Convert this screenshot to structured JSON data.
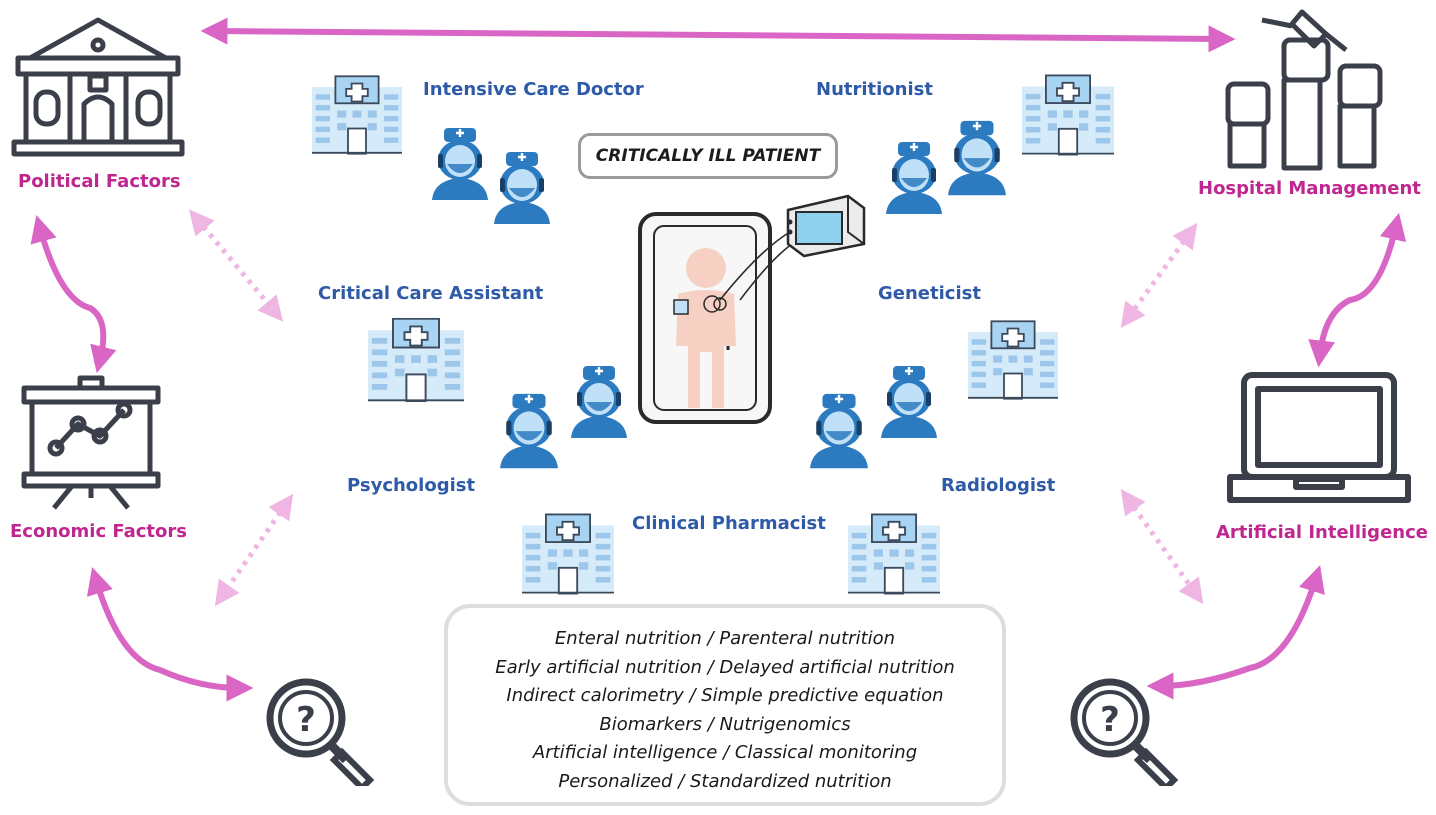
{
  "patient": {
    "label": "CRITICALLY ILL PATIENT"
  },
  "factors": {
    "political": "Political Factors",
    "economic": "Economic Factors",
    "hospital": "Hospital Management",
    "ai": "Artificial Intelligence"
  },
  "specialists": {
    "intensive_care_doctor": "Intensive Care Doctor",
    "nutritionist": "Nutritionist",
    "critical_care_assistant": "Critical Care Assistant",
    "geneticist": "Geneticist",
    "psychologist": "Psychologist",
    "radiologist": "Radiologist",
    "clinical_pharmacist": "Clinical Pharmacist"
  },
  "options": [
    "Enteral nutrition / Parenteral nutrition",
    "Early artificial nutrition / Delayed artificial nutrition",
    "Indirect calorimetry / Simple predictive equation",
    "Biomarkers / Nutrigenomics",
    "Artificial intelligence  / Classical monitoring",
    "Personalized / Standardized nutrition"
  ],
  "icons": {
    "political": "government-building-icon",
    "economic": "presentation-chart-icon",
    "hospital": "raised-fists-icon",
    "ai": "laptop-icon",
    "question": "magnifier-question-icon",
    "hospital_building": "hospital-building-icon",
    "staff": "medical-staff-icon",
    "bed": "patient-bed-icon",
    "monitor": "monitor-icon"
  },
  "colors": {
    "arrow": "#d966c5",
    "arrow_light": "#efb6e4",
    "factor_text": "#c0268f",
    "specialist_text": "#2e5aa8",
    "staff_blue": "#2c7bc0",
    "building_blue": "#c9e3f7",
    "icon_dark": "#3b3f4a"
  }
}
